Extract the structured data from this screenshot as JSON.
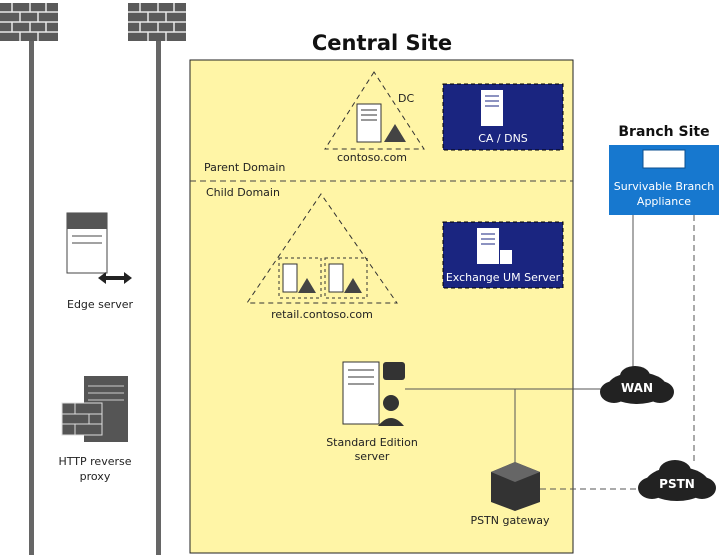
{
  "central_title": "Central Site",
  "branch_title": "Branch Site",
  "parent_domain_label": "Parent Domain",
  "child_domain_label": "Child Domain",
  "dc_label": "DC",
  "contoso_label": "contoso.com",
  "retail_label": "retail.contoso.com",
  "ca_dns_label": "CA / DNS",
  "exchange_label": "Exchange UM Server",
  "sba_label_1": "Survivable Branch",
  "sba_label_2": "Appliance",
  "edge_label": "Edge server",
  "http_label_1": "HTTP reverse",
  "http_label_2": "proxy",
  "std_label_1": "Standard Edition",
  "std_label_2": "server",
  "pstn_gateway_label": "PSTN gateway",
  "wan_label": "WAN",
  "pstn_label": "PSTN",
  "colors": {
    "central_bg": "#fff5a6",
    "server_box": "#1a2580",
    "sba_box": "#1778cf",
    "pole": "#666666",
    "cloud": "#222222"
  }
}
